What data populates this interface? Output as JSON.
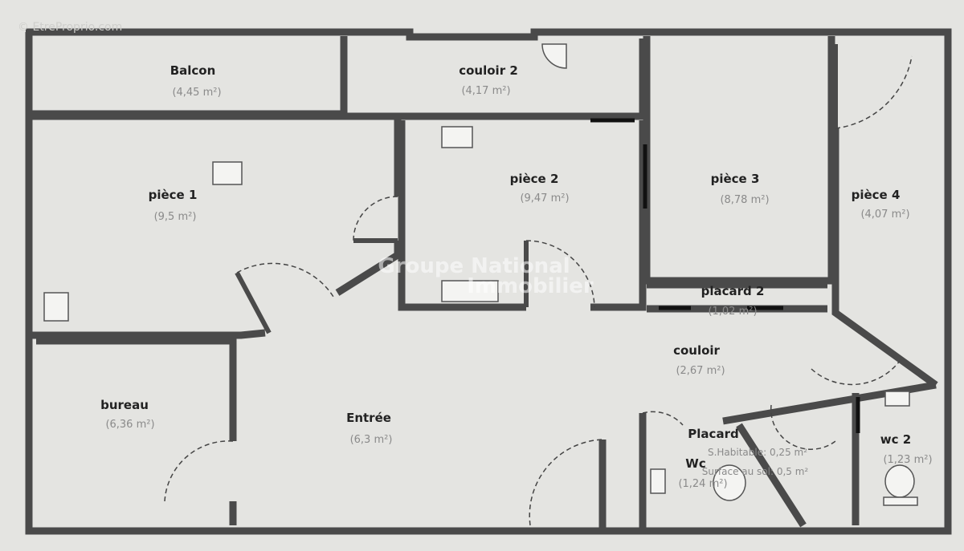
{
  "watermark": "© EtreProprio.com",
  "agency_watermark": {
    "line1": "Groupe National",
    "line2": "Immobilier"
  },
  "rooms": [
    {
      "name": "Balcon",
      "area": "(4,45 m²)"
    },
    {
      "name": "couloir 2",
      "area": "(4,17 m²)"
    },
    {
      "name": "pièce 1",
      "area": "(9,5 m²)"
    },
    {
      "name": "pièce 2",
      "area": "(9,47 m²)"
    },
    {
      "name": "pièce 3",
      "area": "(8,78 m²)"
    },
    {
      "name": "pièce 4",
      "area": "(4,07 m²)"
    },
    {
      "name": "placard 2",
      "area": "(1,02 m²)"
    },
    {
      "name": "couloir",
      "area": "(2,67 m²)"
    },
    {
      "name": "bureau",
      "area": "(6,36 m²)"
    },
    {
      "name": "Entrée",
      "area": "(6,3 m²)"
    },
    {
      "name": "Placard",
      "area": ""
    },
    {
      "name": "Wc",
      "area": "(1,24 m²)"
    },
    {
      "name": "wc 2",
      "area": "(1,23 m²)"
    }
  ],
  "placard_note": {
    "habitable": "S.Habitable: 0,25 m²",
    "sol": "Surface au sol: 0,5 m²"
  }
}
